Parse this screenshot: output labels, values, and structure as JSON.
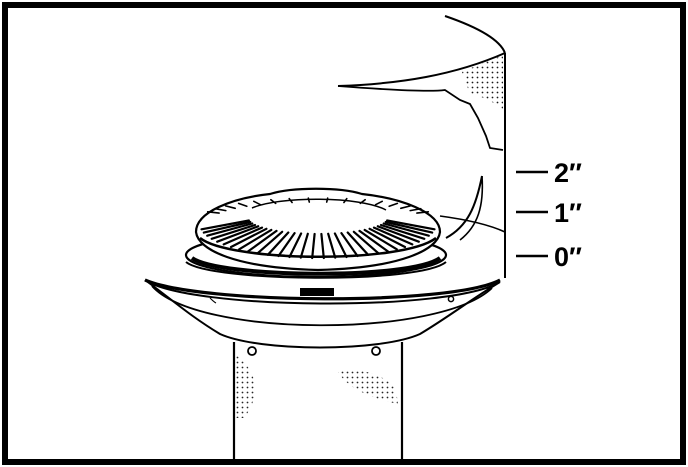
{
  "figure": {
    "labels": [
      "2″",
      "1″",
      "0″"
    ]
  }
}
